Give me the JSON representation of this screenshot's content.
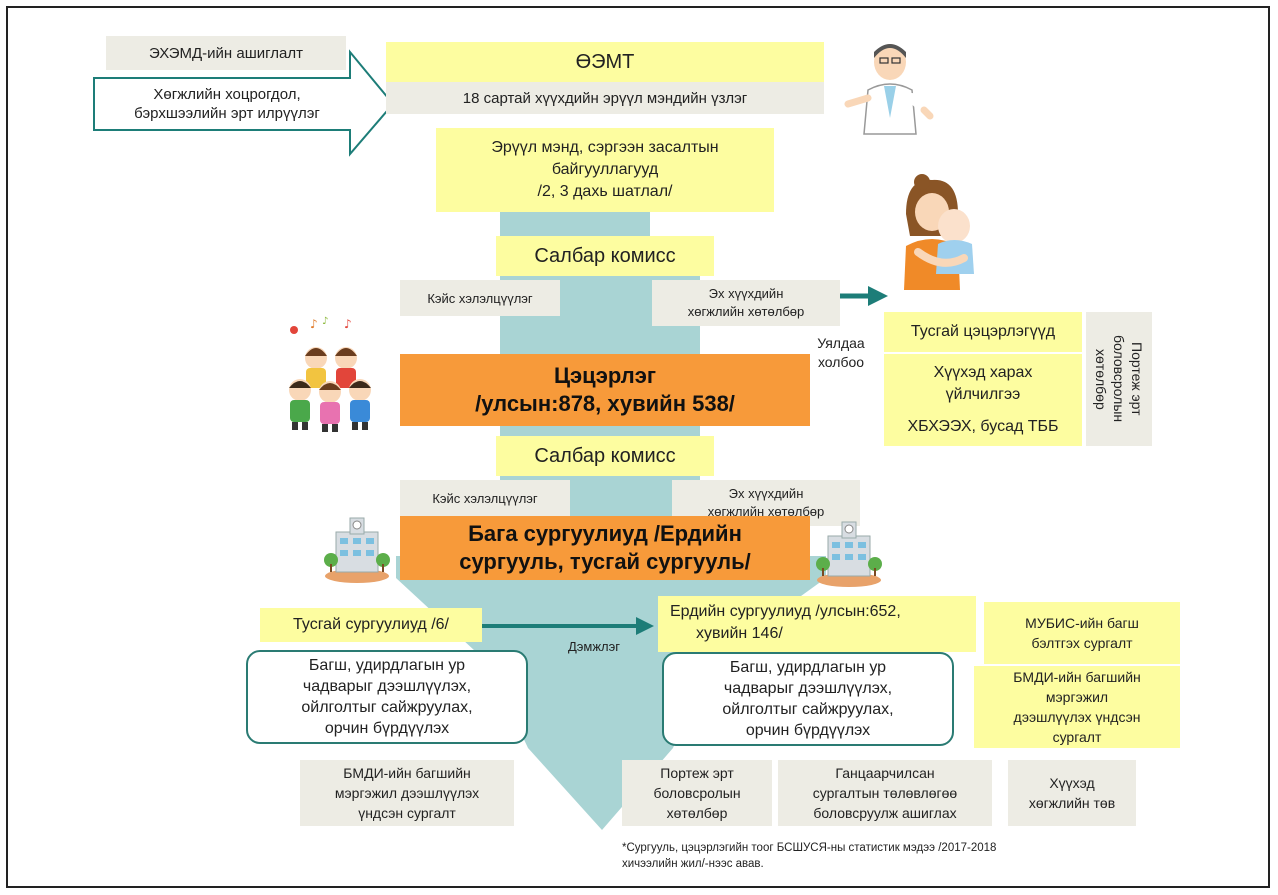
{
  "top": {
    "ehemd": "ЭХЭМД-ийн ашиглалт",
    "early_detection_line1": "Хөгжлийн хоцрогдол,",
    "early_detection_line2": "бэрхшээлийн эрт илрүүлэг",
    "oemt": "ӨЭМТ",
    "checkup": "18 сартай хүүхдийн эрүүл мэндийн үзлэг",
    "health_orgs_line1": "Эрүүл мэнд, сэргээн засалтын",
    "health_orgs_line2": "байгууллагууд",
    "health_orgs_line3": "/2, 3 дахь шатлал/"
  },
  "middle": {
    "commission1": "Салбар комисс",
    "case_review1": "Кэйс хэлэлцүүлэг",
    "mother_child1_line1": "Эх хүүхдийн",
    "mother_child1_line2": "хөгжлийн хөтөлбөр",
    "kindergarten_line1": "Цэцэрлэг",
    "kindergarten_line2": "/улсын:878, хувийн 538/",
    "link_line1": "Уялдаа",
    "link_line2": "холбоо",
    "special_kg": "Тусгай цэцэрлэгүүд",
    "childcare_line1": "Хүүхэд харах",
    "childcare_line2": "үйлчилгээ",
    "ngo": "ХБХЭЭХ, бусад ТББ",
    "portage_vertical": "Портеж эрт боловсролын хөтөлбөр",
    "commission2": "Салбар комисс",
    "case_review2": "Кэйс хэлэлцүүлэг",
    "mother_child2_line1": "Эх хүүхдийн",
    "mother_child2_line2": "хөгжлийн хөтөлбөр",
    "primary_line1": "Бага сургуулиуд /Ердийн",
    "primary_line2": "сургууль, тусгай сургууль/"
  },
  "bottom": {
    "special_schools": "Тусгай сургуулиуд /6/",
    "support": "Дэмжлэг",
    "regular_line1": "Ердийн сургуулиуд /улсын:652,",
    "regular_line2": "хувийн 146/",
    "teacher_box_line1": "Багш, удирдлагын ур",
    "teacher_box_line2": "чадварыг дээшлүүлэх,",
    "teacher_box_line3": "ойлголтыг сайжруулах,",
    "teacher_box_line4": "орчин бүрдүүлэх",
    "mubis_line1": "МУБИС-ийн багш",
    "mubis_line2": "бэлтгэх сургалт",
    "bmdi_right_line1": "БМДИ-ийн багшийн",
    "bmdi_right_line2": "мэргэжил",
    "bmdi_right_line3": "дээшлүүлэх үндсэн",
    "bmdi_right_line4": "сургалт",
    "bmdi_left_line1": "БМДИ-ийн багшийн",
    "bmdi_left_line2": "мэргэжил дээшлүүлэх",
    "bmdi_left_line3": "үндсэн сургалт",
    "portage_line1": "Портеж эрт",
    "portage_line2": "боловсролын",
    "portage_line3": "хөтөлбөр",
    "iep_line1": "Ганцаарчилсан",
    "iep_line2": "сургалтын төлөвлөгөө",
    "iep_line3": "боловсруулж ашиглах",
    "center_line1": "Хүүхэд",
    "center_line2": "хөгжлийн төв",
    "footnote_line1": "*Сургууль, цэцэрлэгийн тоог БСШУСЯ-ны статистик мэдээ /2017-2018",
    "footnote_line2": "хичээлийн жил/-нээс авав."
  },
  "colors": {
    "funnel": "#a9d4d4",
    "yellow": "#fdfda0",
    "orange": "#f79a3a",
    "gray": "#edece4",
    "teal": "#1d7d78"
  },
  "icons": [
    "doctor-icon",
    "mother-baby-icon",
    "children-icon",
    "school-building-icon"
  ]
}
